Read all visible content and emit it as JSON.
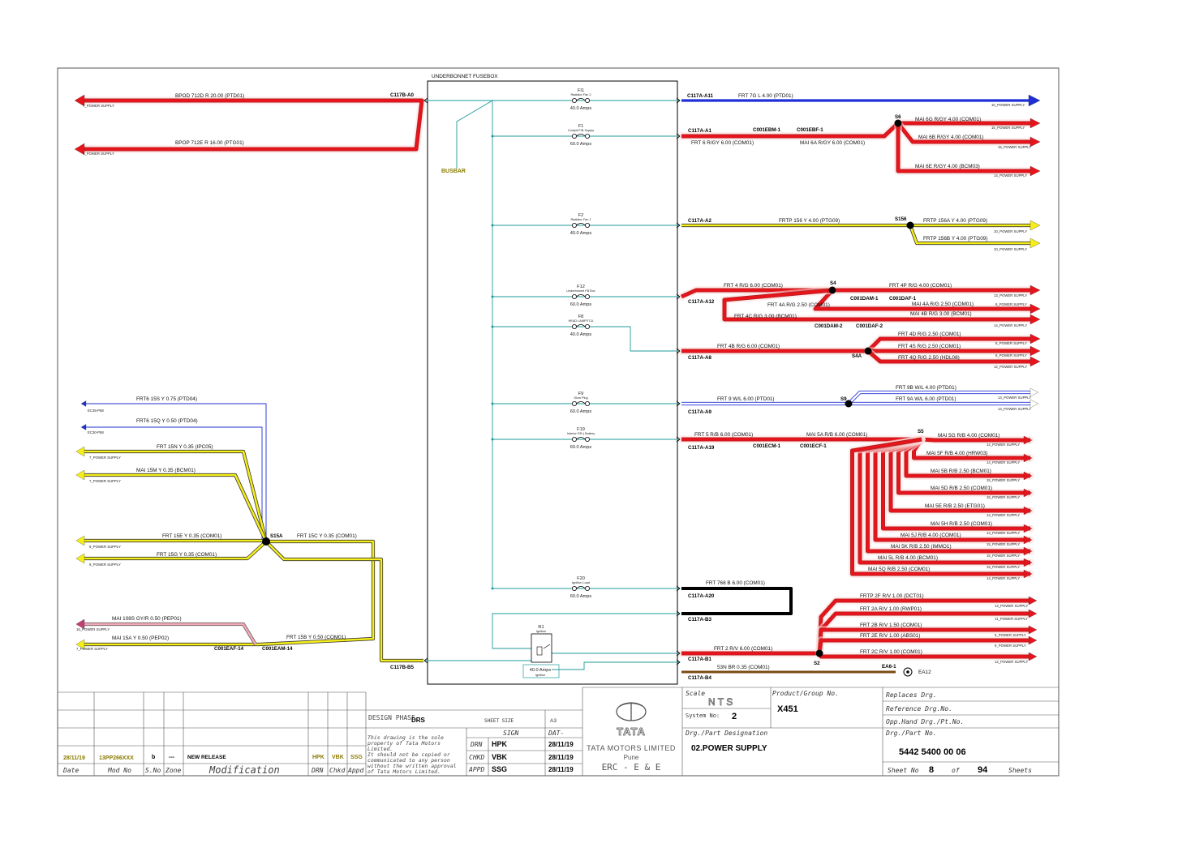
{
  "colors": {
    "red": "#e8141c",
    "red_dark": "#b02020",
    "yellow": "#f5ee1a",
    "blue": "#1f2fd6",
    "black": "#000000",
    "brown": "#7a4a14",
    "pink": "#f7a8b8",
    "teal": "#1f9a9a",
    "highlight": "#ffd9d9",
    "olive": "#8a7a00"
  },
  "fusebox_title": "UNDERBONNET FUSEBOX",
  "busbar": "BUSBAR",
  "fuses": [
    {
      "name": "FI1",
      "desc": "Radiator Fan 2",
      "rating": "40.0 Amps"
    },
    {
      "name": "F1",
      "desc": "Cockpit F/B Supply",
      "rating": "60.0 Amps"
    },
    {
      "name": "F2",
      "desc": "Radiator Fan 1",
      "rating": "40.0 Amps"
    },
    {
      "name": "F12",
      "desc": "Underbonnet FB Box",
      "rating": "60.0 Amps"
    },
    {
      "name": "F8",
      "desc": "HEAD LAMP/TCU",
      "rating": "40.0 Amps"
    },
    {
      "name": "F9",
      "desc": "Glow Plug",
      "rating": "60.0 Amps"
    },
    {
      "name": "F19",
      "desc": "Interior F/B ( Battery",
      "rating": "60.0 Amps"
    },
    {
      "name": "F20",
      "desc": "Ignition Load",
      "rating": "60.0 Amps"
    }
  ],
  "relay": {
    "name": "R1",
    "desc": "Ignition",
    "rating": "40.0 Amps",
    "sub": "Ignition"
  },
  "connectors": {
    "c117b_a0": "C117B-A0",
    "c117b_b5": "C117B-B5",
    "a11": "C117A-A11",
    "a1": "C117A-A1",
    "a2": "C117A-A2",
    "a12": "C117A-A12",
    "a8": "C117A-A8",
    "a9": "C117A-A9",
    "a19": "C117A-A19",
    "a20": "C117A-A20",
    "b3": "C117A-B3",
    "b1": "C117A-B1",
    "b4": "C117A-B4",
    "ebm1": "C001EBM-1",
    "ebf1": "C001EBF-1",
    "dam1": "C001DAM-1",
    "daf1": "C001DAF-1",
    "dam2": "C001DAM-2",
    "daf2": "C001DAF-2",
    "ecm1": "C001ECM-1",
    "ecf1": "C001ECF-1",
    "eaf14": "C001EAF-14",
    "eam14": "C001EAM-14",
    "ea61": "EA6-1",
    "ea12": "EA12"
  },
  "splices": {
    "s6": "S6",
    "s156": "S156",
    "s4": "S4",
    "s4a": "S4A",
    "s9": "S9",
    "s5": "S5",
    "s2": "S2",
    "s15a": "S15A"
  },
  "left_wires": {
    "bpod": "BPOD   712D   R   20.00   (PTD01)",
    "bpop": "BPOP   712E   R   16.00   (PTG01)",
    "frt6_15s": "FRT6  15S    Y    0.75    (PTD04)",
    "frt6_15q": "FRT6   15Q  Y  0.50  (PTD04)",
    "frt_15n": "FRT   15N   Y   0.35   (IPC05)",
    "mai_15m": "MAI   15M   Y   0.35   (BCM01)",
    "frt_15e": "FRT   15E   Y   0.35   (COM01)",
    "frt_15g": "FRT   15G   Y   0.35   (COM01)",
    "frt_15c": "FRT   15C   Y   0.35   (COM01)",
    "mai_108s": "MAI    108S   GY/R   0.50   (PEP01)",
    "mai_15a": "MAI    15A   Y   0.50   (PEP02)",
    "frt_15b": "FRT   15B   Y   0.50   (COM01)"
  },
  "left_dest": {
    "p7": "7_POWER SUPPLY",
    "p9": "9_POWER SUPPLY",
    "p16": "16_POWER SUPPLY",
    "ec35": "EC35-P58",
    "ec30": "EC30-P58"
  },
  "right_wires": {
    "frt_7g": "FRT    7G   L   4.00   (PTD01)",
    "frt_6": "FRT   6   R/GY   6.00   (COM01)",
    "mai_6a": "MAI   6A   R/GY   6.00   (COM01)",
    "mai_6g": "MAI    6G   R/GY   4.00   (COM01)",
    "mai_6b": "MAI   6B   R/GY   4.00   (COM01)",
    "mai_6e": "MAI    6E   R/GY   4.00   (BCM03)",
    "frtp_156": "FRTP   156   Y   4.00   (PTG09)",
    "frtp_156a": "FRTP    156A   Y   4.00   (PTG09)",
    "frtp_156b": "FRTP    156B   Y   4.00   (PTG09)",
    "frt_4": "FRT   4   R/G   6.00   (COM01)",
    "frt_4p": "FRT   4P   R/G   4.00   (COM01)",
    "frt_4a": "FRT   4A   R/G   2.50   (COM01)",
    "mai_4a": "MAI    4A   R/G   2.50   (COM01)",
    "frt_4c": "FRT   4C   R/G   3.00   (BCM01)",
    "mai_4b": "MAI    4B   R/G   3.00   (BCM01)",
    "frt_4b": "FRT   4B   R/G   6.00   (COM01)",
    "frt_4d": "FRT   4D   R/G   2.50   (COM01)",
    "frt_4s": "FRT   4S   R/G   2.50   (COM01)",
    "frt_4q": "FRT   4Q   R/G   2.50   (HDL08)",
    "frt_9": "FRT   9   W/L   6.00   (PTD01)",
    "frt_9b": "FRT   9B   W/L   4.00   (PTD01)",
    "frt_9a": "FRT   9A   W/L   6.00   (PTD01)",
    "frt_5": "FRT   5   R/B   6.00   (COM01)",
    "mai_5a": "MAI   5A   R/B   6.00   (COM01)",
    "mai_5g": "MAI   5G   R/B   4.00   (COM01)",
    "mai_5f": "MAI   5F   R/B   4.00   (HRW03)",
    "mai_5b": "MAI   5B   R/B   2.50   (BCM01)",
    "mai_5d": "MAI   5D   R/B   2.50   (COM01)",
    "mai_5e": "MAI   5E   R/B   2.50   (ETG01)",
    "mai_5h": "MAI   5H   R/B   2.50   (COM01)",
    "mai_5j": "MAI   5J   R/B   4.00   (COM01)",
    "mai_5k": "MAI   5K   R/B   2.50   (IMMO1)",
    "mai_5l": "MAI   5L   R/B   4.00   (BCM01)",
    "mai_5q": "MAI   5Q   R/B   2.50   (COM01)",
    "frt_768": "FRT   768   B   6.00   (COM01)",
    "frt_2": "FRT   2   R/V   6.00   (COM01)",
    "frtp_2f": "FRTP   2F   R/V   1.00   (DCT01)",
    "frt_2a": "FRT   2A   R/V   1.00   (RWP01)",
    "frt_2b": "FRT   2B   R/V   1.50   (COM01)",
    "frt_2e": "FRT   2E   R/V   1.00   (ABS01)",
    "frt_2c": "FRT   2C   R/V   1.00   (COM01)",
    "b53n": "53N   BR   0.35   (COM01)"
  },
  "right_dest": {
    "p10": "10_POWER SUPPLY",
    "p15": "15_POWER SUPPLY",
    "p14": "14_POWER SUPPLY",
    "p13": "13_POWER SUPPLY",
    "p8": "8_POWER SUPPLY",
    "p12": "12_POWER SUPPLY",
    "p16": "16_POWER SUPPLY",
    "p11": "11_POWER SUPPLY",
    "p9": "9_POWER SUPPLY"
  },
  "title_block": {
    "rev_date": "28/11/19",
    "rev_mod": "13PP266XXX",
    "rev_sno": "b",
    "rev_zone": "---",
    "rev_desc": "NEW RELEASE",
    "rev_drn": "HPK",
    "rev_chkd": "VBK",
    "rev_appd": "SSG",
    "h_date": "Date",
    "h_mod": "Mod No",
    "h_sno": "S.No",
    "h_zone": "Zone",
    "h_modif": "Modification",
    "h_drn": "DRN",
    "h_chkd": "Chkd",
    "h_appd": "Appd",
    "design_phase": "DESIGN PHASE",
    "phase": "DRS",
    "sheet_size_label": "SHEET SIZE",
    "sheet_size": "A3",
    "disclaimer1": "This drawing is the sole",
    "disclaimer2": "property of Tata Motors",
    "disclaimer3": "Limited.",
    "disclaimer4": "It should not be copied or",
    "disclaimer5": "communicated to any person",
    "disclaimer6": "without the written approval",
    "disclaimer7": "of Tata Motors Limited.",
    "sign": "SIGN",
    "dat": "DAT-",
    "drn": "DRN",
    "chkd": "CHKD",
    "appd": "APPD",
    "drn_name": "HPK",
    "chkd_name": "VBK",
    "appd_name": "SSG",
    "drn_date": "28/11/19",
    "chkd_date": "28/11/19",
    "appd_date": "28/11/19",
    "company_logo": "TATA",
    "company": "TATA MOTORS LIMITED",
    "city": "Pune",
    "dept": "ERC - E & E",
    "scale_label": "Scale",
    "scale": "N T S",
    "system_label": "System No:",
    "system": "2",
    "product_label": "Product/Group No.",
    "product": "X451",
    "designation_label": "Drg./Part Designation",
    "designation": "02.POWER SUPPLY",
    "replaces": "Replaces Drg.",
    "reference": "Reference Drg.No.",
    "opp_hand": "Opp.Hand Drg./Pt.No.",
    "part_label": "Drg./Part No.",
    "part_no": "5442 5400 00 06",
    "sheet_label": "Sheet No",
    "sheet_no": "8",
    "of": "of",
    "sheets_total": "94",
    "sheets": "Sheets"
  }
}
